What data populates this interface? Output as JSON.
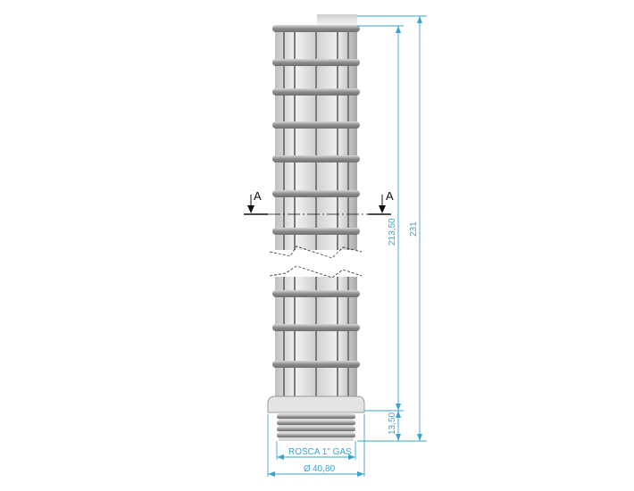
{
  "drawing": {
    "section_marker_left": "A",
    "section_marker_right": "A",
    "dimensions": {
      "overall_height": "231",
      "screen_height": "213,50",
      "thread_height": "13,50",
      "thread_label": "ROSCA 1\" GAS",
      "diameter": "40,80",
      "diameter_symbol": "Ø"
    },
    "colors": {
      "dimension_line": "#3aa3cc",
      "body_light": "#e6e6e6",
      "body_dark": "#9a9a9a"
    }
  }
}
